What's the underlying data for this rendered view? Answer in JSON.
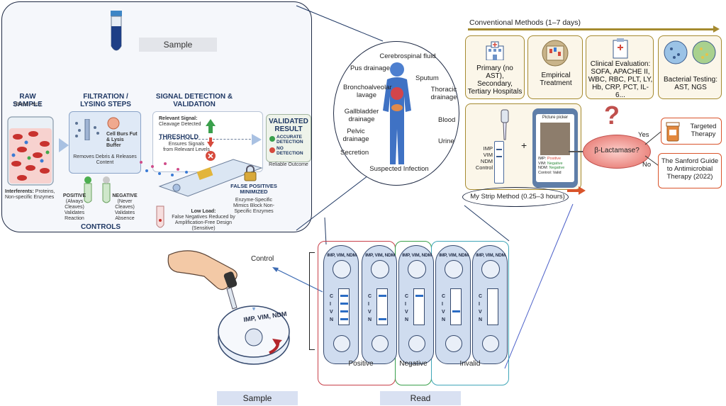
{
  "left_panel": {
    "sample_chip": "Sample",
    "raw_sample": {
      "title": "RAW SAMPLE",
      "subtitle": "(Blood, etc.)",
      "interferents_label": "Interferents:",
      "interferents_text": "Proteins, Non-specific Enzymes"
    },
    "filtration": {
      "title": "FILTRATION / LYSING STEPS",
      "buffer": "Cell Burs Fut & Lysis Buffer",
      "removes": "Removes Debris & Releases Content"
    },
    "signal": {
      "title": "SIGNAL DETECTION & VALIDATION",
      "relevant_label": "Relevant Signal:",
      "relevant_text": "Cleavage Detected",
      "threshold": "THRESHOLD",
      "threshold_text": "Ensures Signals from Relevant Levels"
    },
    "validated": {
      "title": "VALIDATED RESULT",
      "accurate": "ACCURATE DETECTION",
      "no_detection": "NO DETECTION",
      "reliable": "Reliable Outcome"
    },
    "false_positives": {
      "title": "FALSE POSITIVES MINIMIZED",
      "text": "Enzyme-Specific Mimics Block Non-Specific Enzymes"
    },
    "low_load": {
      "title": "Low Load:",
      "text": "False Negatives Reduced by Amplification-Free Design (Sensitive)"
    },
    "controls": {
      "title": "CONTROLS",
      "positive": "POSITIVE",
      "positive_sub": "(Always Cleaves)",
      "positive_text": "Validates Reaction",
      "negative": "NEGATIVE",
      "negative_sub": "(Never Cleaves)",
      "negative_text": "Validates Absence"
    }
  },
  "body_circle": {
    "sites": [
      "Cerebrospinal fluid",
      "Pus drainage",
      "Sputum",
      "Bronchoalveolar lavage",
      "Thoracic drainage",
      "Gallbladder drainage",
      "Blood",
      "Pelvic drainage",
      "Urine",
      "Secretion"
    ],
    "caption": "Suspected Infection"
  },
  "workflow": {
    "conventional_label": "Conventional Methods (1–7 days)",
    "boxes": [
      {
        "text": "Primary (no AST), Secondary, Tertiary Hospitals"
      },
      {
        "text": "Empirical Treatment"
      },
      {
        "text": "Clinical Evaluation: SOFA, APACHE II, WBC, RBC, PLT, LY, Hb, CRP, PCT, IL-6..."
      },
      {
        "text": "Bacterial Testing: AST, NGS"
      }
    ],
    "strip_labels": [
      "IMP",
      "VIM",
      "NDM",
      "Control"
    ],
    "plus": "+",
    "phone": {
      "title": "Picture picker",
      "rows": [
        {
          "k": "IMP:",
          "v": "Positive"
        },
        {
          "k": "VIM:",
          "v": "Negative"
        },
        {
          "k": "NDM:",
          "v": "Negative"
        },
        {
          "k": "Control:",
          "v": "Valid"
        }
      ]
    },
    "question": "?",
    "beta": "β-Lactamase?",
    "yes": "Yes",
    "no": "No",
    "targeted": "Targeted Therapy",
    "sanford": "The Sanford Guide to Antimicrobial Therapy (2022)",
    "my_strip": "My Strip Method (0.25–3 hours)",
    "colors": {
      "gold": "#a58a2f",
      "red_arrow": "#d9542b",
      "blue_box": "#2e6fb5"
    }
  },
  "bottom": {
    "control_label": "Control",
    "cap_text": "IMP, VIM, NDM",
    "strip_letters": [
      "C",
      "I",
      "V",
      "N"
    ],
    "positive": "Positive",
    "negative": "Negative",
    "invalid": "Invalid",
    "sample_chip": "Sample",
    "read_chip": "Read"
  }
}
